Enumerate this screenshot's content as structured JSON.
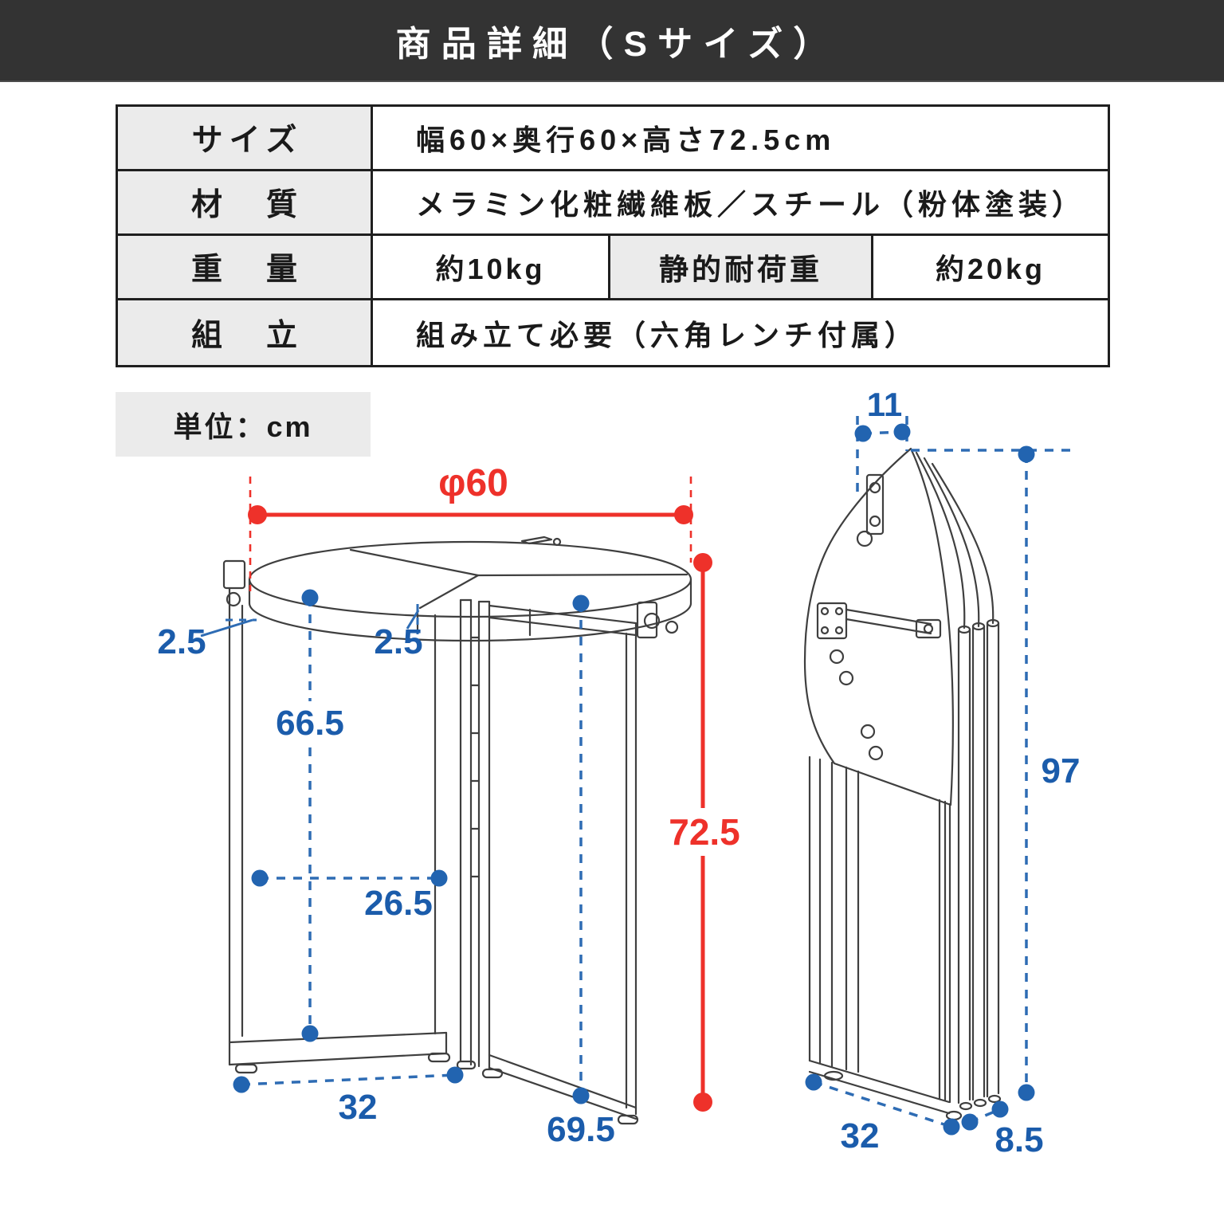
{
  "header": {
    "title": "商品詳細（Sサイズ）"
  },
  "spec_table": {
    "rows": [
      {
        "label": "サイズ",
        "value": "幅60×奥行60×高さ72.5cm"
      },
      {
        "label": "材　質",
        "value": "メラミン化粧繊維板／スチール（粉体塗装）"
      },
      {
        "label": "重　量",
        "value": "約10kg",
        "label2": "静的耐荷重",
        "value2": "約20kg"
      },
      {
        "label": "組　立",
        "value": "組み立て必要（六角レンチ付属）"
      }
    ]
  },
  "unit_label": "単位：cm",
  "diagram_assembled": {
    "diameter_label": "φ60",
    "height_label": "72.5",
    "thickness_left": "2.5",
    "thickness_center": "2.5",
    "inner_height": "66.5",
    "inner_width": "26.5",
    "base_width": "32",
    "underside_height": "69.5"
  },
  "diagram_folded": {
    "top_depth": "11",
    "folded_height": "97",
    "base_width": "32",
    "base_depth": "8.5"
  },
  "colors": {
    "accent_red": "#ee312a",
    "accent_blue": "#1b5cab",
    "header_bg": "#333333",
    "cell_gray": "#ebebeb",
    "line_gray": "#3f3f3f"
  }
}
